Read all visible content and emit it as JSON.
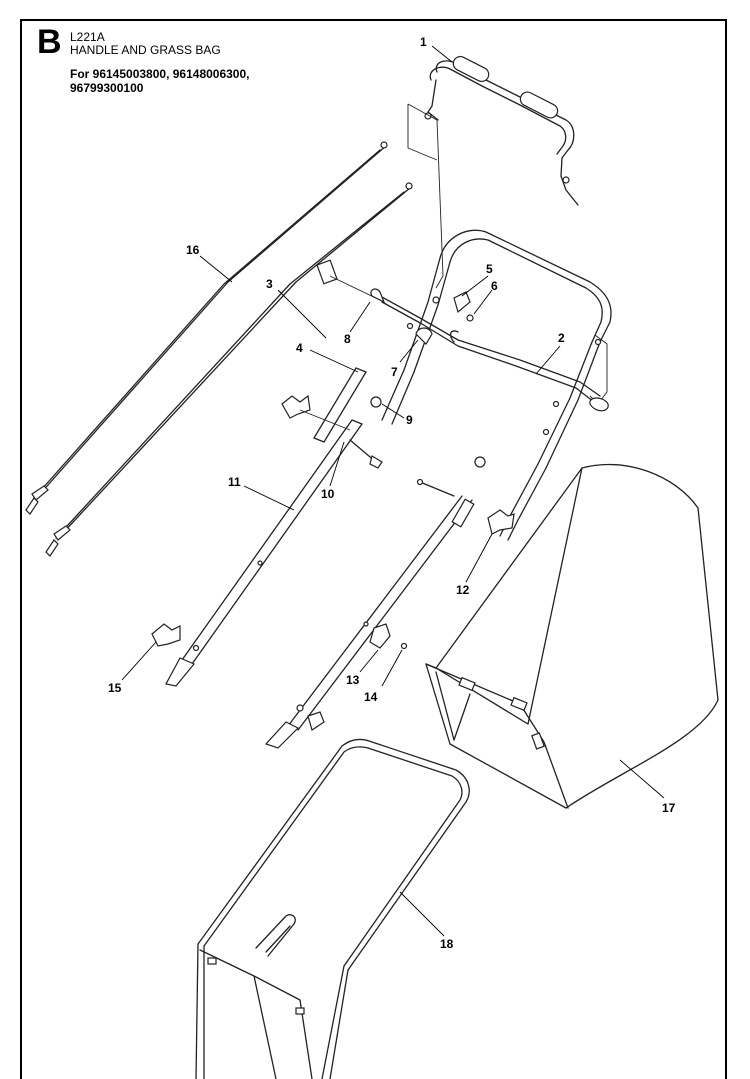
{
  "header": {
    "section_letter": "B",
    "model_code": "L221A",
    "title": "HANDLE AND GRASS BAG",
    "applies_to_line1": "For 96145003800, 96148006300,",
    "applies_to_line2": "96799300100"
  },
  "callouts": [
    {
      "id": "c1",
      "label": "1"
    },
    {
      "id": "c2",
      "label": "2"
    },
    {
      "id": "c3",
      "label": "3"
    },
    {
      "id": "c4",
      "label": "4"
    },
    {
      "id": "c5",
      "label": "5"
    },
    {
      "id": "c6",
      "label": "6"
    },
    {
      "id": "c7",
      "label": "7"
    },
    {
      "id": "c8",
      "label": "8"
    },
    {
      "id": "c9",
      "label": "9"
    },
    {
      "id": "c10",
      "label": "10"
    },
    {
      "id": "c11",
      "label": "11"
    },
    {
      "id": "c12",
      "label": "12"
    },
    {
      "id": "c13",
      "label": "13"
    },
    {
      "id": "c14",
      "label": "14"
    },
    {
      "id": "c15",
      "label": "15"
    },
    {
      "id": "c16",
      "label": "16"
    },
    {
      "id": "c17",
      "label": "17"
    },
    {
      "id": "c18",
      "label": "18"
    }
  ]
}
